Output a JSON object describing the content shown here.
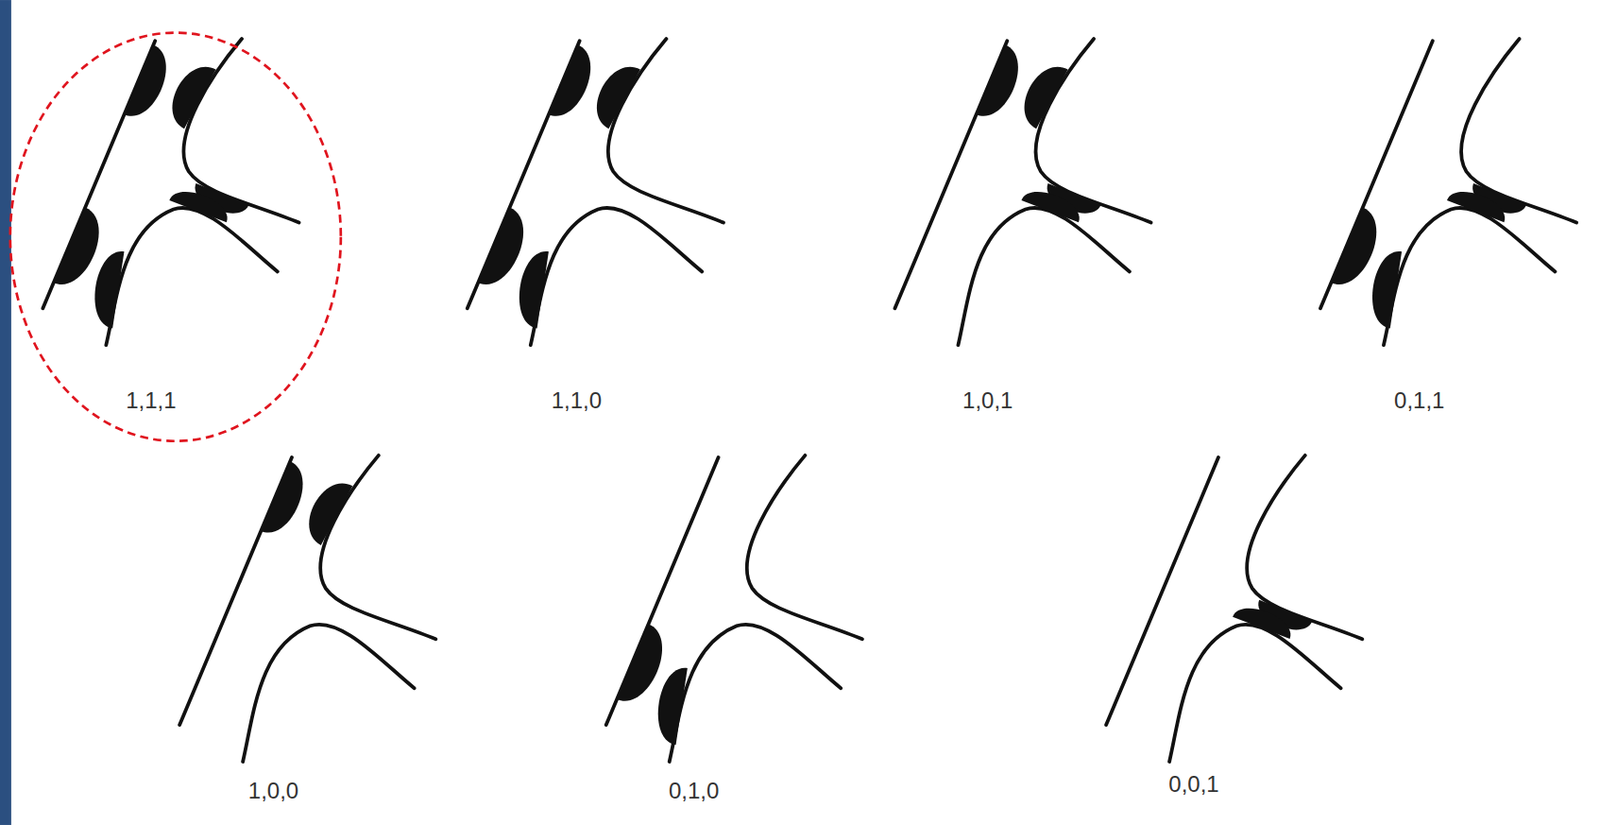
{
  "diagram": {
    "labels": [
      "1,1,1",
      "1,1,0",
      "1,0,1",
      "0,1,1",
      "1,0,0",
      "0,1,0",
      "0,0,1"
    ]
  }
}
